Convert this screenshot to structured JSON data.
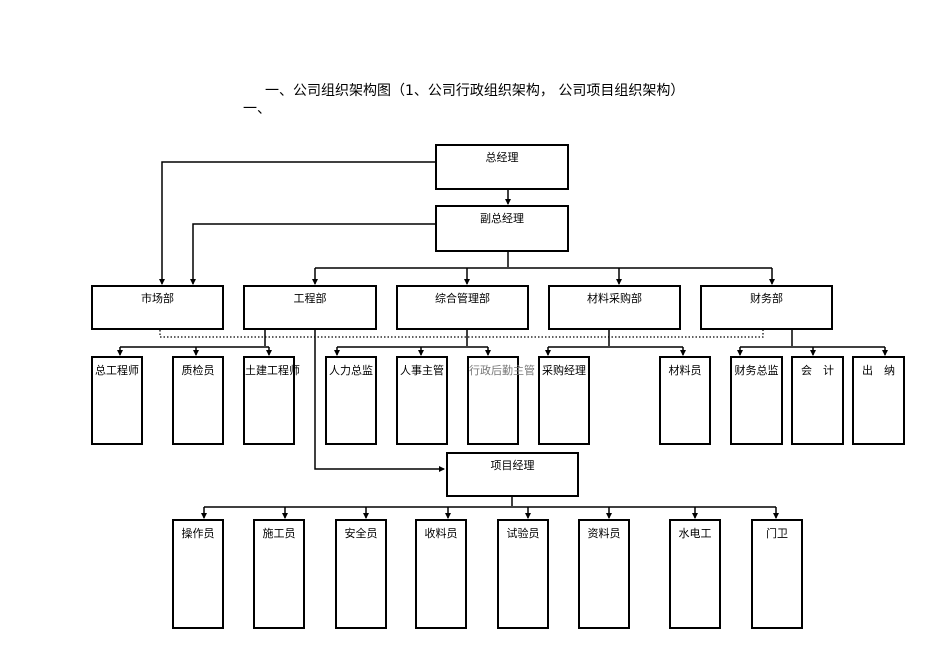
{
  "title": "一、公司组织架构图（1、公司行政组织架构，  公司项目组织架构）",
  "subtitle": "一、",
  "nodes": {
    "gm": "总经理",
    "vgm": "副总经理",
    "market": "市场部",
    "engineering": "工程部",
    "admin": "综合管理部",
    "procurement": "材料采购部",
    "finance": "财务部",
    "chief_engineer": "总工程师",
    "quality": "质检员",
    "civil_engineer": "土建工程师",
    "hr_director": "人力总监",
    "hr_manager": "人事主管",
    "logistics_manager": "行政后勤主管",
    "purchasing_manager": "采购经理",
    "materials_clerk": "材料员",
    "finance_director": "财务总监",
    "accountant": "会　计",
    "cashier": "出　纳",
    "project_manager": "项目经理",
    "operator": "操作员",
    "construction_worker": "施工员",
    "safety_officer": "安全员",
    "receiving_clerk": "收料员",
    "tester": "试验员",
    "documentation_clerk": "资料员",
    "plumber_electrician": "水电工",
    "gatekeeper": "门卫"
  }
}
